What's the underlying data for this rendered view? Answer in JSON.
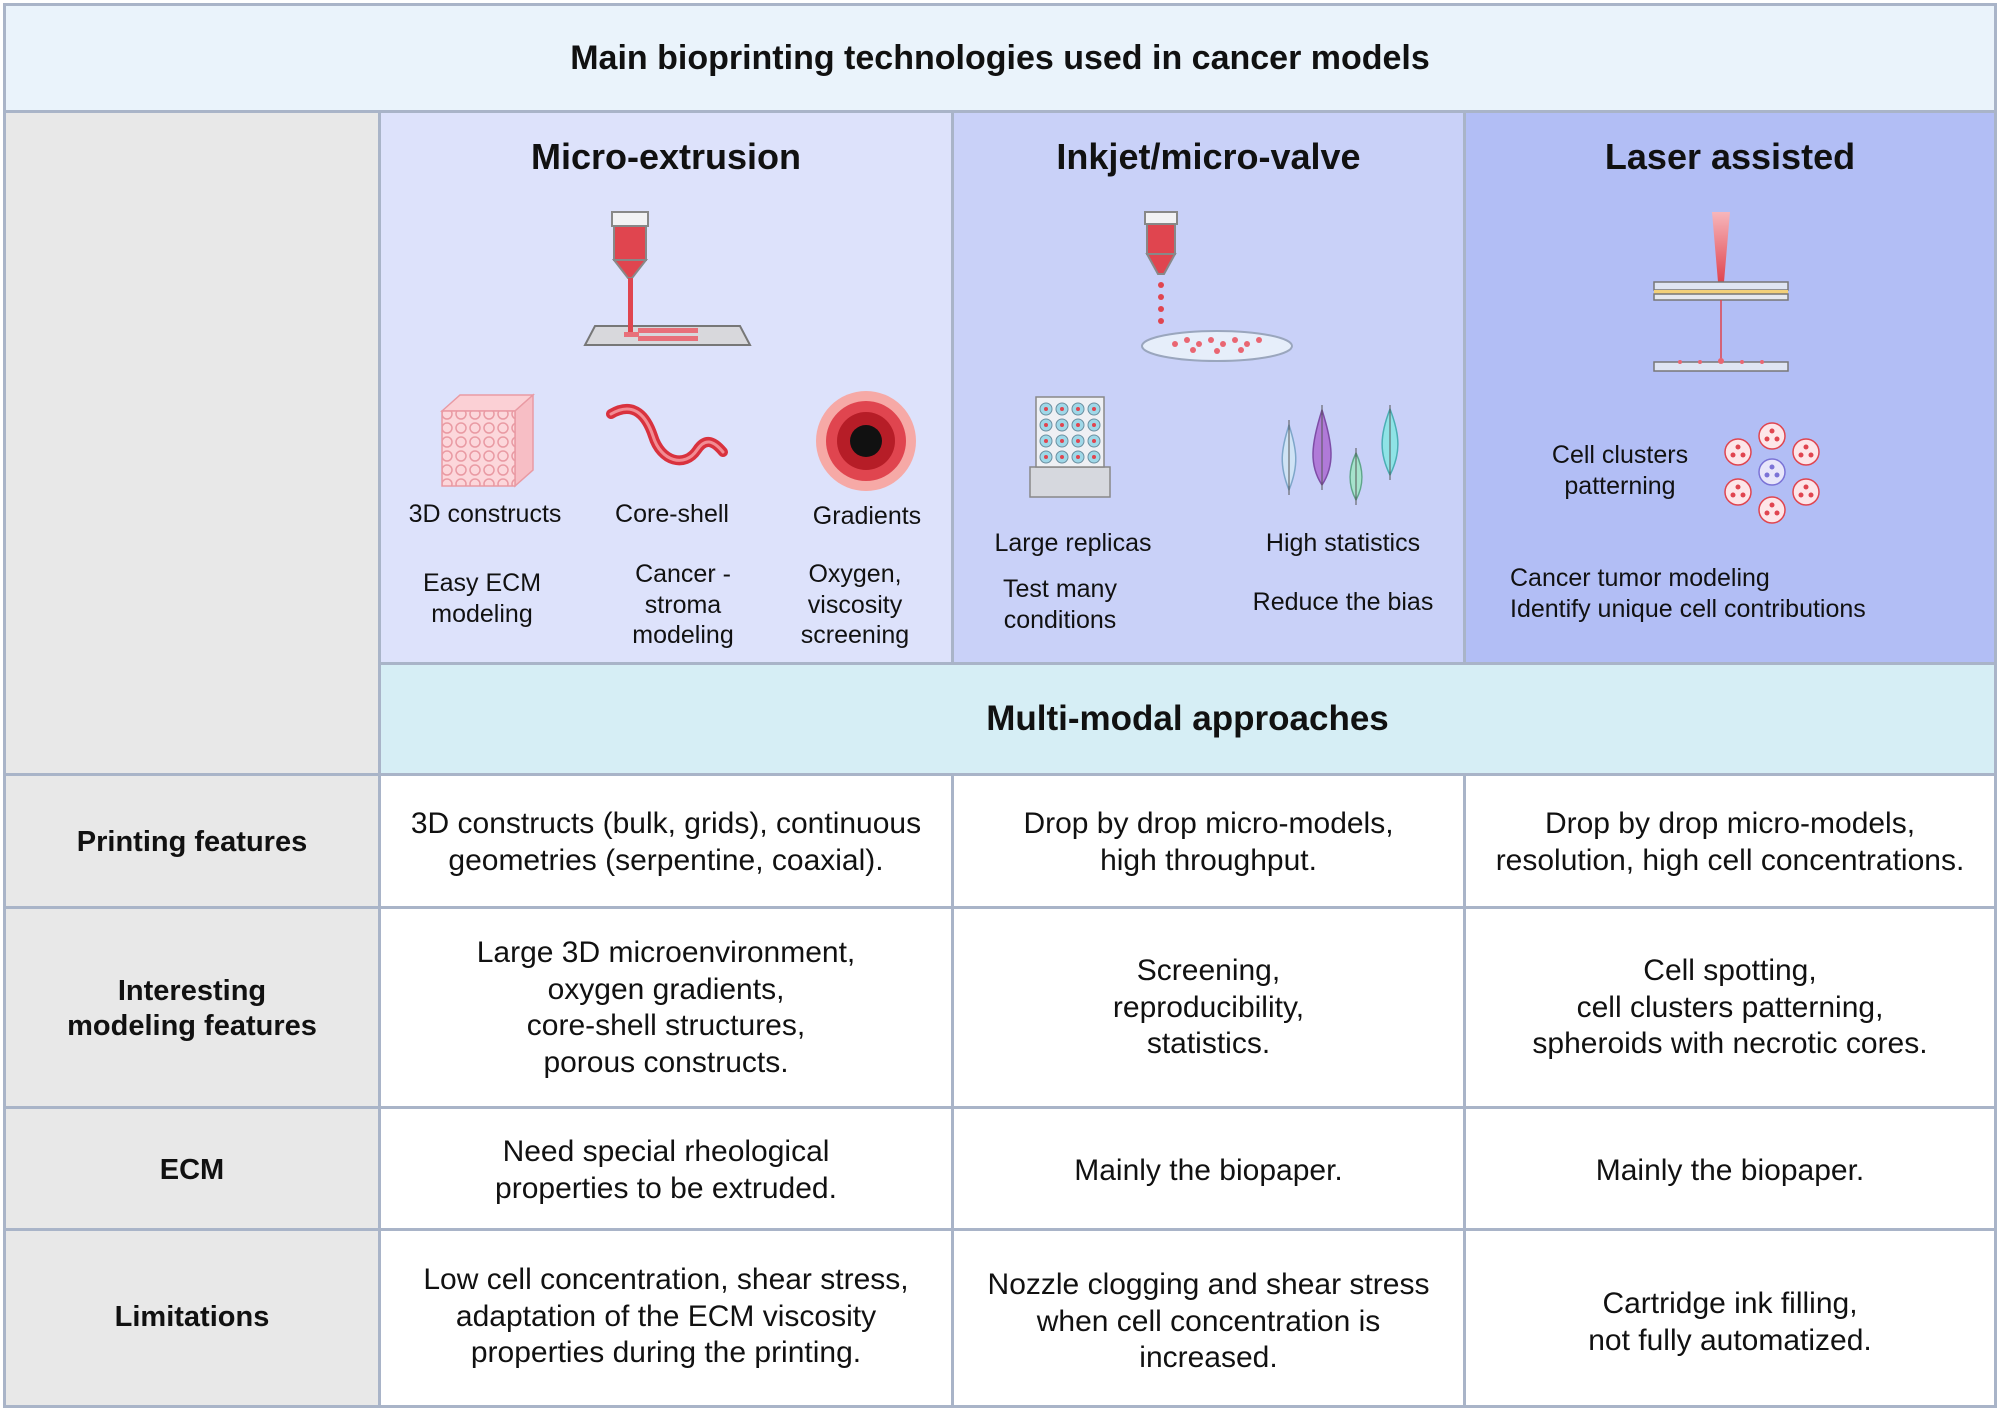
{
  "title": "Main bioprinting technologies used in cancer models",
  "columns": [
    {
      "name": "Micro-extrusion",
      "items": [
        {
          "label": "3D constructs",
          "desc": "Easy ECM\nmodeling",
          "icon": "cube-icon"
        },
        {
          "label": "Core-shell",
          "desc": "Cancer -\nstroma\nmodeling",
          "icon": "core-shell-fiber-icon"
        },
        {
          "label": "Gradients",
          "desc": "Oxygen,\nviscosity\nscreening",
          "icon": "gradient-rings-icon"
        }
      ]
    },
    {
      "name": "Inkjet/micro-valve",
      "items": [
        {
          "label": "Large replicas",
          "desc": "Test many\nconditions",
          "icon": "well-plate-icon"
        },
        {
          "label": "High statistics",
          "desc": "Reduce the bias",
          "icon": "violin-plot-icon"
        }
      ]
    },
    {
      "name": "Laser assisted",
      "items": [
        {
          "label": "Cell clusters\npatterning",
          "icon": "cell-cluster-icon"
        }
      ],
      "desc": "Cancer tumor modeling\nIdentify unique cell contributions"
    }
  ],
  "multimodal": "Multi-modal approaches",
  "rows": [
    {
      "header": "Printing features",
      "cells": [
        "3D constructs (bulk, grids), continuous\ngeometries (serpentine, coaxial).",
        "Drop by drop micro-models,\nhigh throughput.",
        "Drop by drop micro-models,\nresolution, high cell concentrations."
      ]
    },
    {
      "header": "Interesting\nmodeling features",
      "cells": [
        "Large 3D microenvironment,\noxygen gradients,\ncore-shell structures,\nporous constructs.",
        "Screening,\nreproducibility,\nstatistics.",
        "Cell spotting,\ncell clusters patterning,\nspheroids with necrotic cores."
      ]
    },
    {
      "header": "ECM",
      "cells": [
        "Need special rheological\nproperties to be extruded.",
        "Mainly the biopaper.",
        "Mainly the biopaper."
      ]
    },
    {
      "header": "Limitations",
      "cells": [
        "Low cell concentration, shear stress,\nadaptation of the ECM viscosity\nproperties during the printing.",
        "Nozzle clogging and shear stress\nwhen cell concentration is\nincreased.",
        "Cartridge ink filling,\nnot fully automatized."
      ]
    }
  ],
  "colors": {
    "border": "#a9b4c8",
    "title_bg": "#eaf3fb",
    "left_bg": "#e8e8e8",
    "col1_bg": "#dde2fb",
    "col2_bg": "#c9d1f8",
    "col3_bg": "#b2bef5",
    "multimodal_bg": "#d6eef5",
    "accent_red": "#e0454f",
    "cell_white": "#ffffff"
  }
}
